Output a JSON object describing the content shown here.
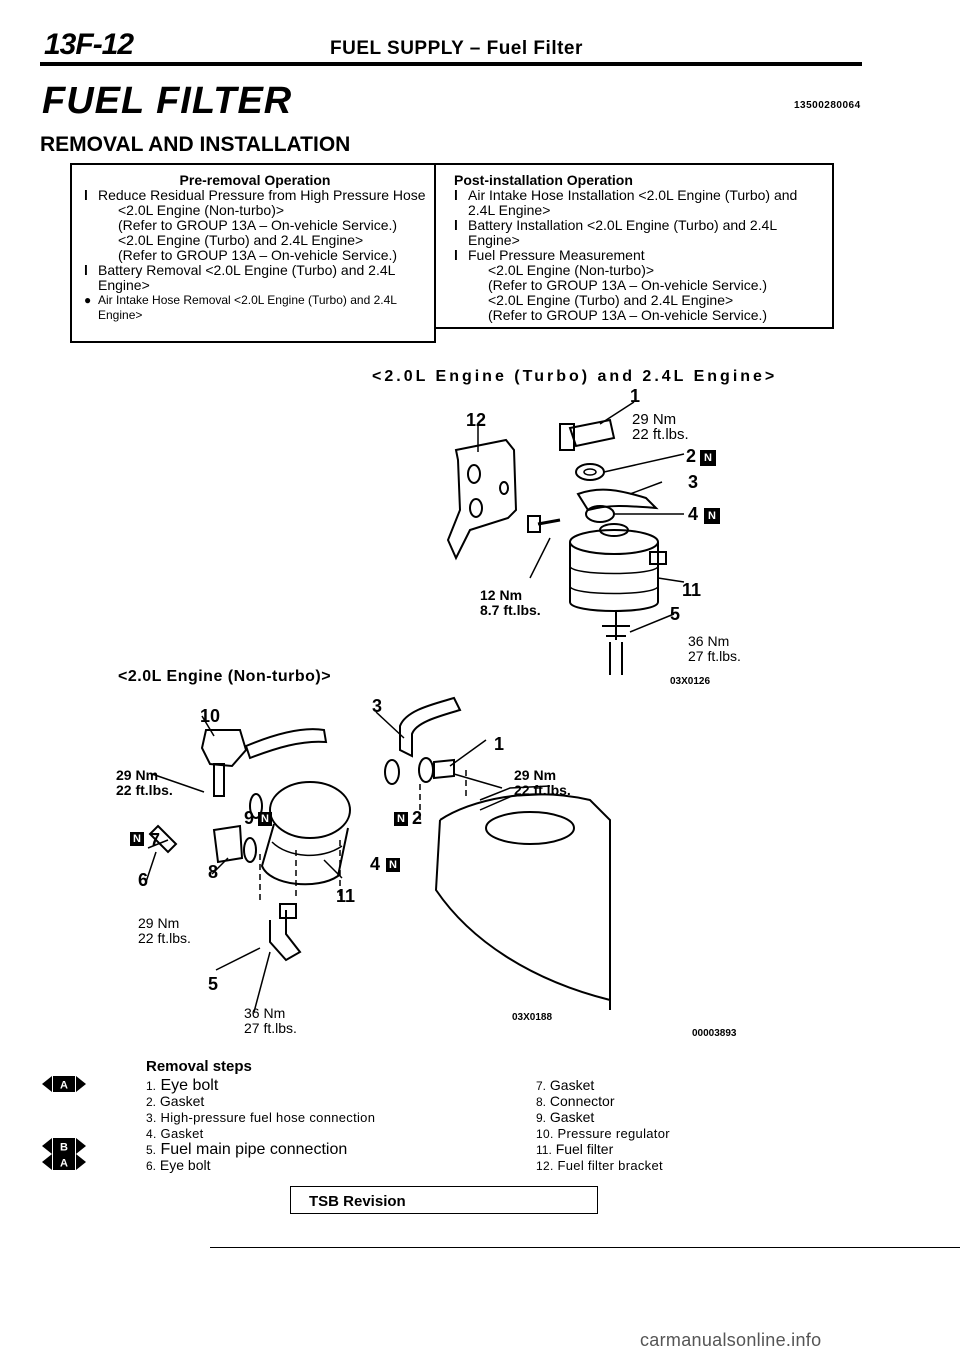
{
  "header": {
    "page_code": "13F-12",
    "running_title": "FUEL SUPPLY – Fuel Filter",
    "main_title": "FUEL FILTER",
    "doc_code": "13500280064",
    "section_title": "REMOVAL AND INSTALLATION"
  },
  "pre_removal": {
    "heading": "Pre-removal Operation",
    "items": [
      "Reduce Residual Pressure from High Pressure Hose",
      "<2.0L Engine (Non-turbo)>",
      "(Refer to GROUP 13A – On-vehicle Service.)",
      "<2.0L Engine (Turbo) and 2.4L Engine>",
      "(Refer to GROUP 13A – On-vehicle Service.)",
      "Battery Removal <2.0L Engine (Turbo) and 2.4L Engine>",
      "Air Intake Hose Removal <2.0L Engine (Turbo) and 2.4L Engine>"
    ]
  },
  "post_installation": {
    "heading": "Post-installation Operation",
    "items": [
      "Air Intake Hose Installation <2.0L Engine (Turbo) and 2.4L Engine>",
      "Battery Installation <2.0L Engine (Turbo) and 2.4L Engine>",
      "Fuel Pressure Measurement",
      "<2.0L Engine (Non-turbo)>",
      "(Refer to GROUP 13A – On-vehicle Service.)",
      "<2.0L Engine (Turbo) and 2.4L Engine>",
      "(Refer to GROUP 13A – On-vehicle Service.)"
    ]
  },
  "diagram_turbo": {
    "caption": "<2.0L Engine (Turbo) and 2.4L Engine>",
    "figure_code": "03X0126",
    "callouts": [
      "1",
      "12",
      "2",
      "3",
      "4",
      "11",
      "5"
    ],
    "torque_1": [
      "29 Nm",
      "22 ft.lbs."
    ],
    "torque_2": [
      "12 Nm",
      "8.7 ft.lbs."
    ],
    "torque_3": [
      "36 Nm",
      "27 ft.lbs."
    ],
    "n_badge": "N"
  },
  "diagram_nonturbo": {
    "caption": "<2.0L Engine (Non-turbo)>",
    "figure_code": "03X0188",
    "sheet_code": "00003893",
    "callouts": [
      "10",
      "3",
      "1",
      "9",
      "2",
      "7",
      "4",
      "6",
      "8",
      "11",
      "5"
    ],
    "torque_1": [
      "29 Nm",
      "22 ft.lbs."
    ],
    "torque_2": [
      "29 Nm",
      "22 ft.lbs."
    ],
    "torque_3": [
      "29 Nm",
      "22 ft.lbs."
    ],
    "torque_4": [
      "36 Nm",
      "27 ft.lbs."
    ]
  },
  "removal_steps": {
    "title": "Removal steps",
    "markers": [
      "A",
      "B",
      "A"
    ],
    "left": [
      {
        "num": "1.",
        "text": "Eye bolt"
      },
      {
        "num": "2.",
        "text": "Gasket"
      },
      {
        "num": "3.",
        "text": "High-pressure fuel hose connection"
      },
      {
        "num": "4.",
        "text": "Gasket"
      },
      {
        "num": "5.",
        "text": "Fuel main pipe connection"
      },
      {
        "num": "6.",
        "text": "Eye bolt"
      }
    ],
    "right": [
      {
        "num": "7.",
        "text": "Gasket"
      },
      {
        "num": "8.",
        "text": "Connector"
      },
      {
        "num": "9.",
        "text": "Gasket"
      },
      {
        "num": "10.",
        "text": "Pressure regulator"
      },
      {
        "num": "11.",
        "text": "Fuel filter"
      },
      {
        "num": "12.",
        "text": "Fuel filter bracket"
      }
    ]
  },
  "footer": {
    "tsb": "TSB Revision",
    "watermark": "carmanualsonline.info"
  }
}
